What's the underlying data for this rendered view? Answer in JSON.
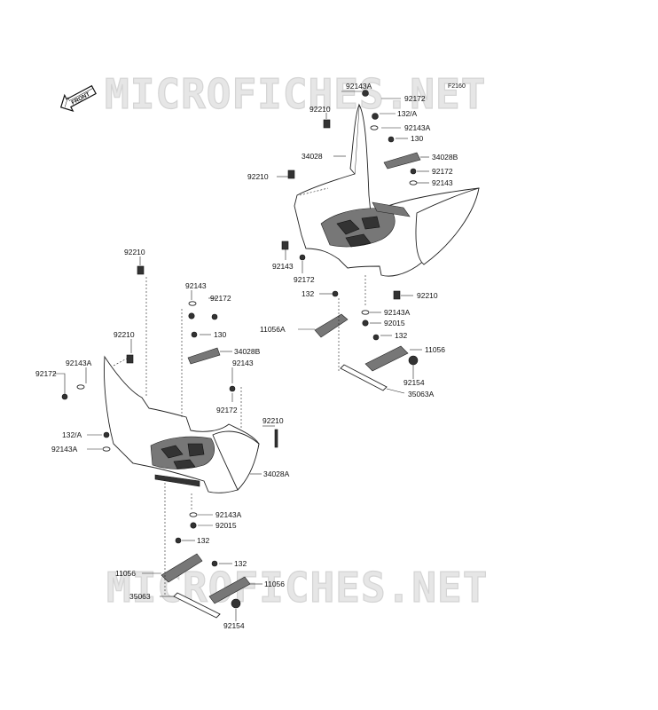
{
  "watermark": "MICROFICHES.NET",
  "diagram_code": "F2160",
  "front_label": "FRONT",
  "labels_right": {
    "l92143A_top": "92143A",
    "l92172_top": "92172",
    "l132A_top": "132/A",
    "l92143A_2": "92143A",
    "l130": "130",
    "l34028B": "34028B",
    "l92172_2": "92172",
    "l92143_2": "92143",
    "l92210_top": "92210",
    "l34028": "34028",
    "l92210_2": "92210",
    "l92143_3": "92143",
    "l92172_3": "92172",
    "l132": "132",
    "l92210_3": "92210",
    "l92143A_3": "92143A",
    "l92015": "92015",
    "l11056A": "11056A",
    "l132_2": "132",
    "l11056": "11056",
    "l92154": "92154",
    "l35063A": "35063A"
  },
  "labels_left": {
    "l92210_a": "92210",
    "l92143": "92143",
    "l92172": "92172",
    "l130": "130",
    "l92210_b": "92210",
    "l34028B": "34028B",
    "l92143A": "92143A",
    "l92143_b": "92143",
    "l92172_b": "92172",
    "l92172_c": "92172",
    "l92210_c": "92210",
    "l132A": "132/A",
    "l92143A_b": "92143A",
    "l34028A": "34028A",
    "l92143A_c": "92143A",
    "l92015": "92015",
    "l132": "132",
    "l11056": "11056",
    "l132_b": "132",
    "l11056_b": "11056",
    "l35063": "35063",
    "l92154": "92154"
  }
}
